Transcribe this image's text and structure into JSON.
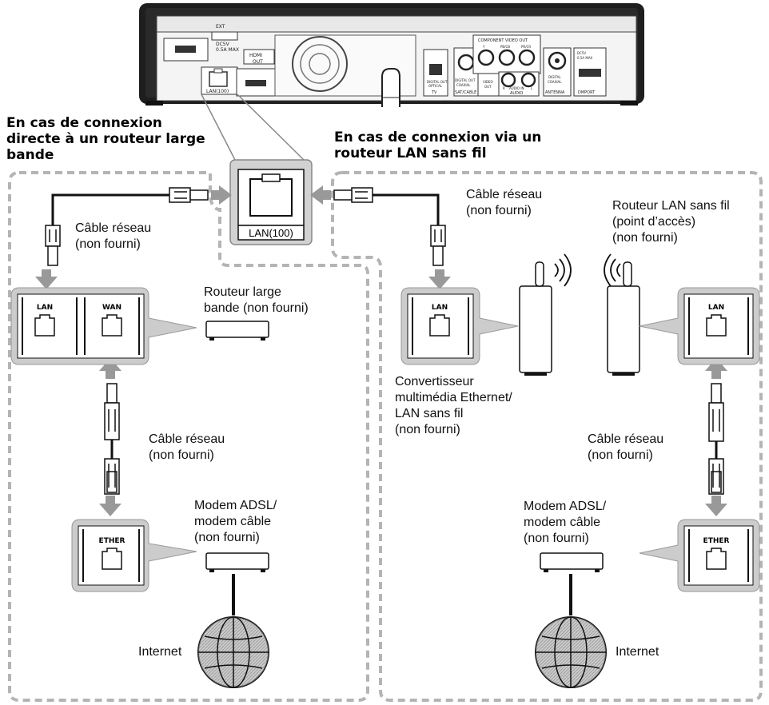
{
  "headings": {
    "direct": [
      "En cas de connexion",
      "directe à un routeur large",
      "bande"
    ],
    "wireless": [
      "En cas de connexion via un",
      "routeur LAN sans fil"
    ]
  },
  "player_panel": {
    "lan_port_label": "LAN(100)",
    "hdmi_label": [
      "HDMI",
      "OUT"
    ],
    "ext_label": "EXT",
    "dc_label": [
      "DC5V",
      "0.5A MAX"
    ],
    "component_label": "COMPONENT VIDEO OUT",
    "component_jacks": [
      "Y",
      "PB/CB",
      "PR/CR"
    ],
    "digital_out_label": [
      "DIGITAL OUT",
      "OPTICAL"
    ],
    "tv_label": "TV",
    "coaxial_label": [
      "DIGITAL OUT",
      "COAXIAL"
    ],
    "satcable_label": "SAT/CABLE",
    "video_out_label": [
      "VIDEO",
      "OUT"
    ],
    "audio_label": "AUDIO",
    "audio_sub": [
      "R",
      "AUDIO IN",
      "L"
    ],
    "antenna_label": "ANTENNA",
    "antenna_sub": [
      "DIGITAL",
      "COAXIAL"
    ],
    "dc2_label": [
      "DC5V",
      "0.5A MAX"
    ],
    "dmport_label": "DMPORT"
  },
  "zoom_port_label": "LAN(100)",
  "left": {
    "cable_top": [
      "Câble réseau",
      "(non fourni)"
    ],
    "router_label": [
      "Routeur large",
      "bande (non fourni)"
    ],
    "router_ports": [
      "LAN",
      "WAN"
    ],
    "cable_mid": [
      "Câble réseau",
      "(non fourni)"
    ],
    "modem_label": [
      "Modem ADSL/",
      "modem câble",
      "(non fourni)"
    ],
    "modem_port": "ETHER",
    "internet": "Internet"
  },
  "right": {
    "cable_top": [
      "Câble réseau",
      "(non fourni)"
    ],
    "wireless_router_label": [
      "Routeur LAN sans fil",
      "(point d’accès)",
      "(non fourni)"
    ],
    "converter_port": "LAN",
    "converter_label": [
      "Convertisseur",
      "multimédia Ethernet/",
      "LAN sans fil",
      "(non fourni)"
    ],
    "router_port": "LAN",
    "cable_mid": [
      "Câble réseau",
      "(non fourni)"
    ],
    "modem_label": [
      "Modem ADSL/",
      "modem câble",
      "(non fourni)"
    ],
    "modem_port": "ETHER",
    "internet": "Internet"
  },
  "colors": {
    "arrow": "#999999",
    "dashed_border": "#b4b4b4",
    "port_box_fill": "#cccccc",
    "panel_dark": "#222222",
    "globe_fill": "#a0a0a0"
  }
}
